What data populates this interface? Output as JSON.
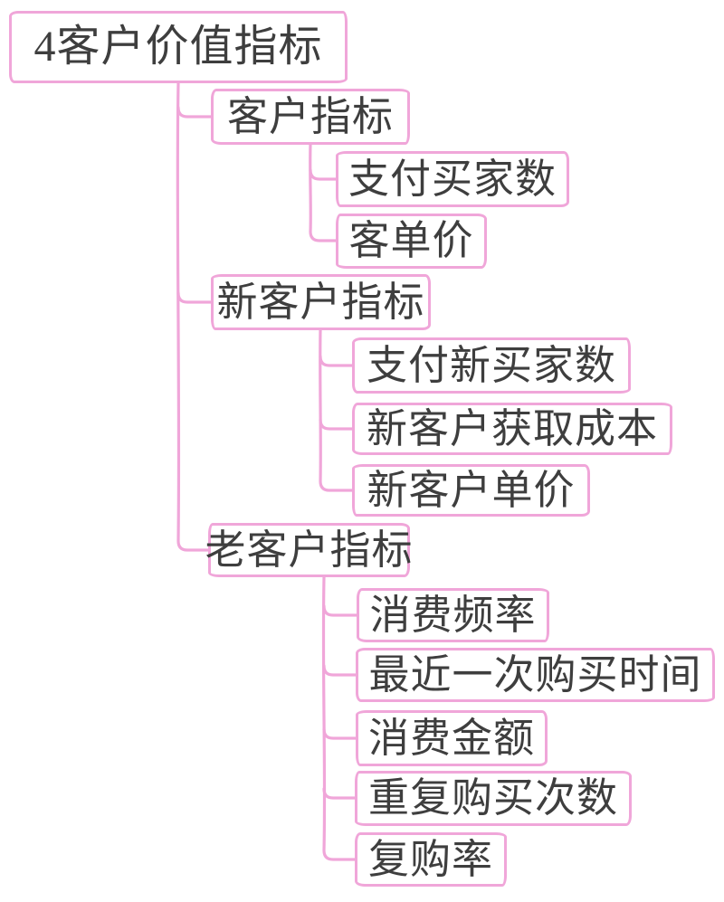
{
  "diagram": {
    "type": "mindmap-tree",
    "colors": {
      "accent": "#f0a6d9",
      "ink": "#3e3e3e",
      "paper": "#ffffff"
    },
    "root": {
      "label": "4客户价值指标",
      "children": [
        {
          "label": "客户指标",
          "children": [
            {
              "label": "支付买家数"
            },
            {
              "label": "客单价"
            }
          ]
        },
        {
          "label": "新客户指标",
          "children": [
            {
              "label": "支付新买家数"
            },
            {
              "label": "新客户获取成本"
            },
            {
              "label": "新客户单价"
            }
          ]
        },
        {
          "label": "老客户指标",
          "children": [
            {
              "label": "消费频率"
            },
            {
              "label": "最近一次购买时间"
            },
            {
              "label": "消费金额"
            },
            {
              "label": "重复购买次数"
            },
            {
              "label": "复购率"
            }
          ]
        }
      ]
    }
  }
}
